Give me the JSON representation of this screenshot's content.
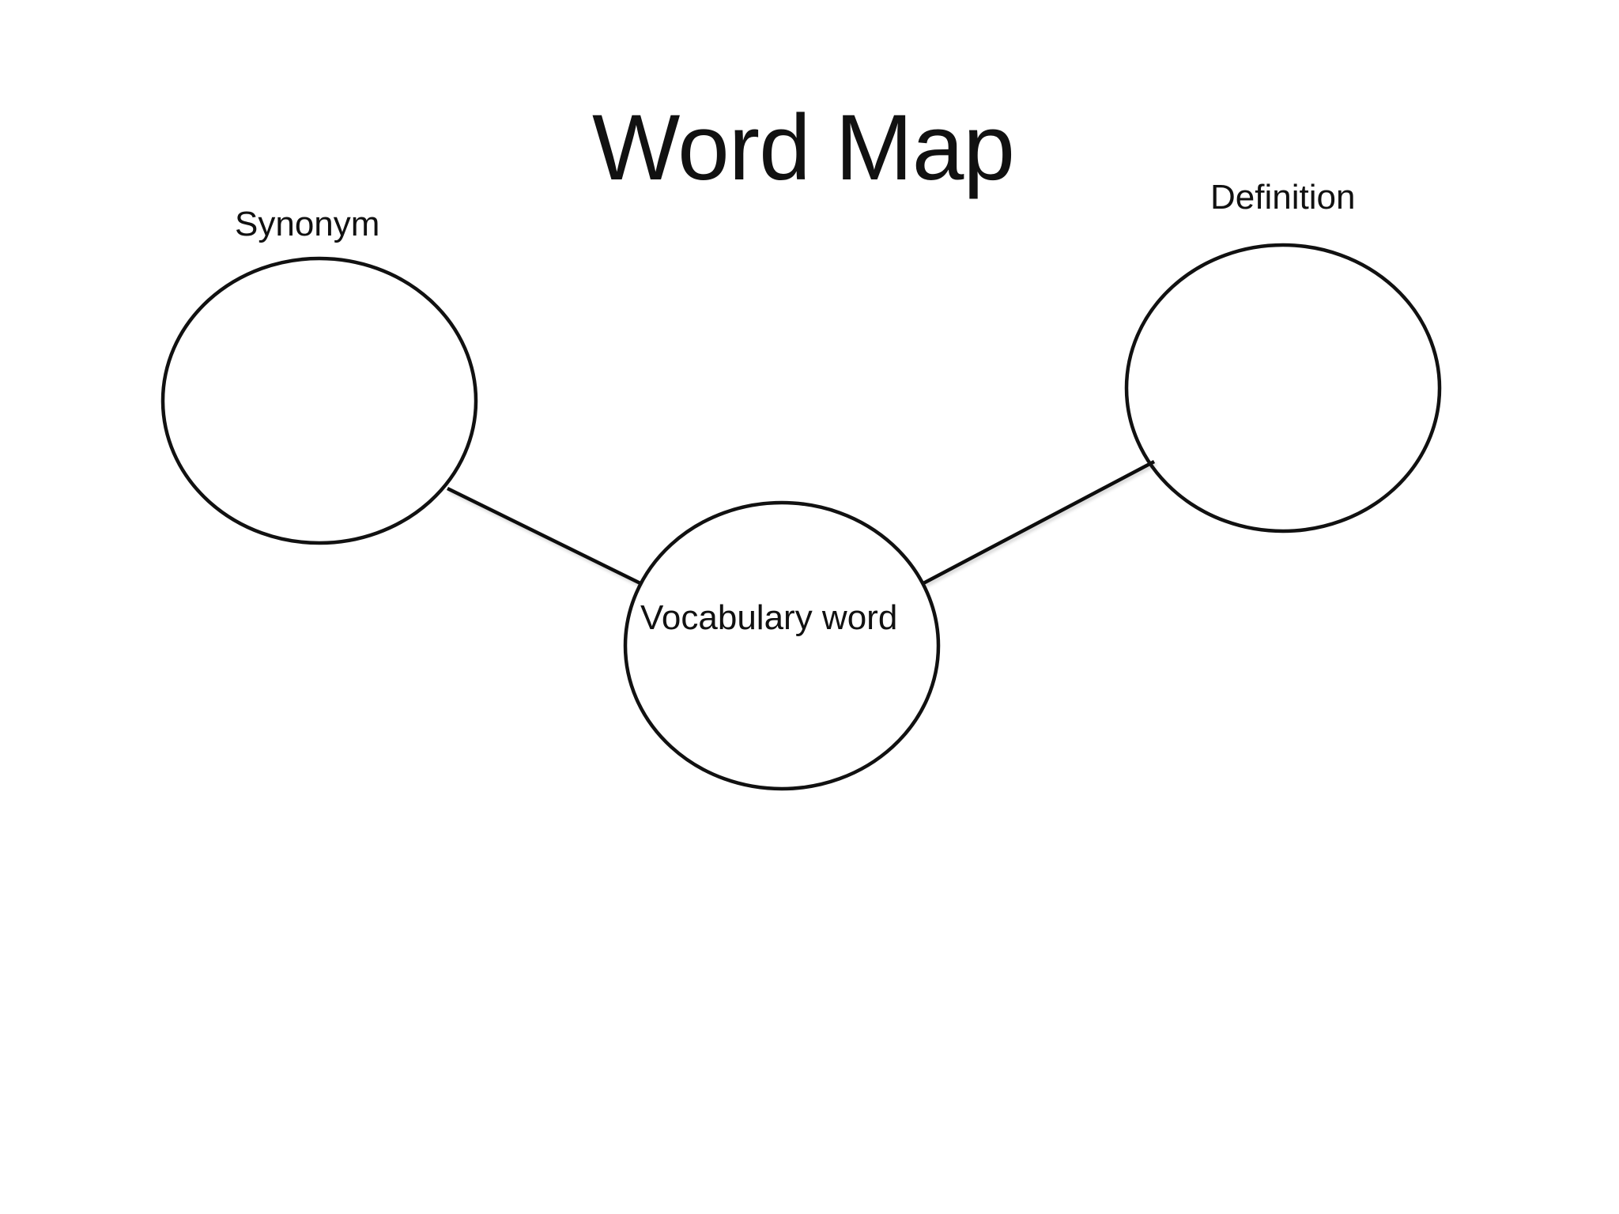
{
  "title": "Word Map",
  "nodes": {
    "synonym": {
      "label": "Synonym"
    },
    "definition": {
      "label": "Definition"
    },
    "vocabulary": {
      "label": "Vocabulary word"
    }
  },
  "colors": {
    "stroke": "#111111",
    "background": "#ffffff"
  }
}
